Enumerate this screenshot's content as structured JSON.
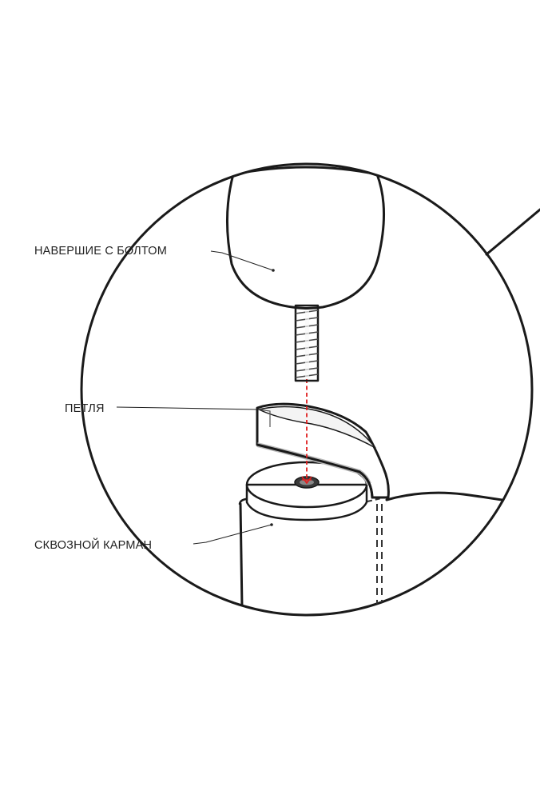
{
  "labels": {
    "finial": "НАВЕРШИЕ С БОЛТОМ",
    "loop": "ПЕТЛЯ",
    "pocket": "СКВОЗНОЙ КАРМАН"
  },
  "colors": {
    "outline": "#1a1a1a",
    "part_fill": "#dcdcdc",
    "washer_side": "#c4c4c4",
    "axis_line": "#e02020",
    "background": "#ffffff"
  },
  "icons": {
    "finial": "rounded-knob",
    "bolt": "threaded-bolt",
    "loop": "fabric-loop",
    "washer": "threaded-washer",
    "pocket": "fabric-pocket"
  }
}
